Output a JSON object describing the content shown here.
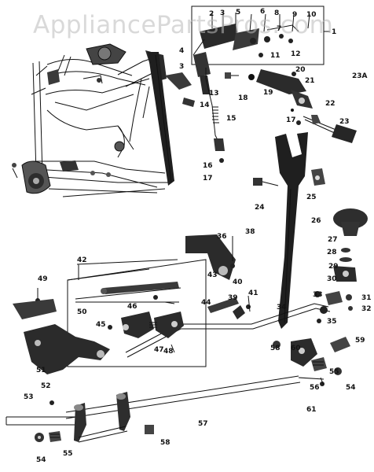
{
  "watermark": "AppliancePartsPros.com",
  "callouts": {
    "c1": "1",
    "c2": "2",
    "c3": "3",
    "c4": "4",
    "c5": "5",
    "c6": "6",
    "c7": "7",
    "c8": "8",
    "c9": "9",
    "c10": "10",
    "c11": "11",
    "c12": "12",
    "c13": "13",
    "c14": "14",
    "c15": "15",
    "c16": "16",
    "c17a": "17",
    "c17b": "17",
    "c18": "18",
    "c19": "19",
    "c20": "20",
    "c21": "21",
    "c22": "22",
    "c23": "23",
    "c23a": "23A",
    "c24": "24",
    "c25": "25",
    "c26": "26",
    "c27": "27",
    "c28": "28",
    "c29": "29",
    "c30": "30",
    "c31": "31",
    "c32": "32",
    "c33": "33",
    "c34": "34",
    "c35": "35",
    "c36": "36",
    "c38": "38",
    "c39": "39",
    "c40": "40",
    "c41": "41",
    "c42": "42",
    "c43": "43",
    "c44": "44",
    "c45": "45",
    "c46": "46",
    "c47": "47",
    "c48": "48",
    "c49": "49",
    "c50": "50",
    "c51": "51",
    "c52": "52",
    "c53": "53",
    "c54a": "54",
    "c54b": "54",
    "c55a": "55",
    "c55b": "55",
    "c56": "56",
    "c57": "57",
    "c58a": "58",
    "c58b": "58",
    "c59": "59",
    "c60": "60",
    "c61": "61"
  }
}
